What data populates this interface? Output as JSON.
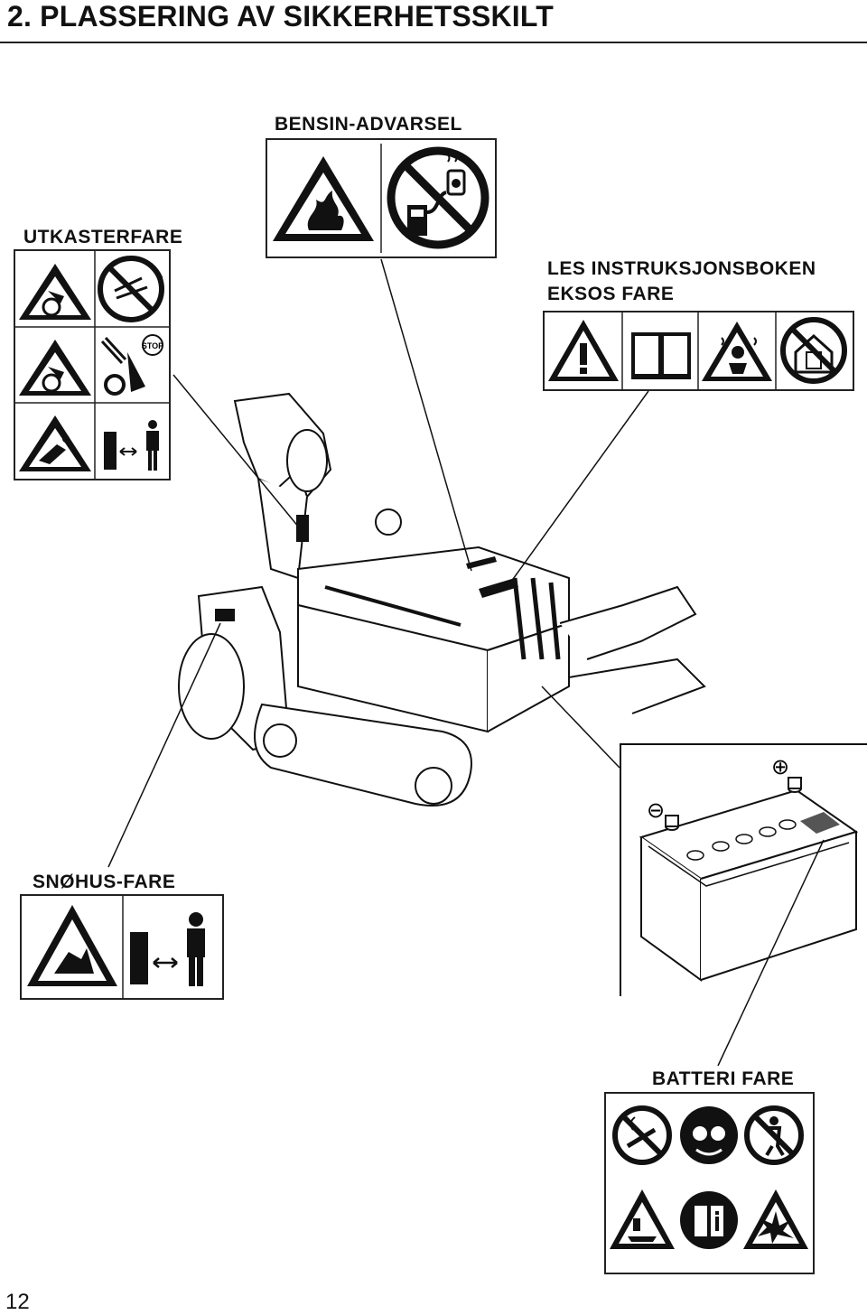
{
  "page": {
    "title": "2. PLASSERING AV SIKKERHETSSKILT",
    "page_number": "12"
  },
  "labels": {
    "bensin": "BENSIN-ADVARSEL",
    "utkaster": "UTKASTERFARE",
    "instruks_line1": "LES INSTRUKSJONSBOKEN",
    "instruks_line2": "EKSOS FARE",
    "snohus": "SNØHUS-FARE",
    "batteri": "BATTERI FARE"
  },
  "icons": {
    "stop_text": "STOP",
    "battery_plus": "⊕",
    "battery_minus": "⊖"
  }
}
